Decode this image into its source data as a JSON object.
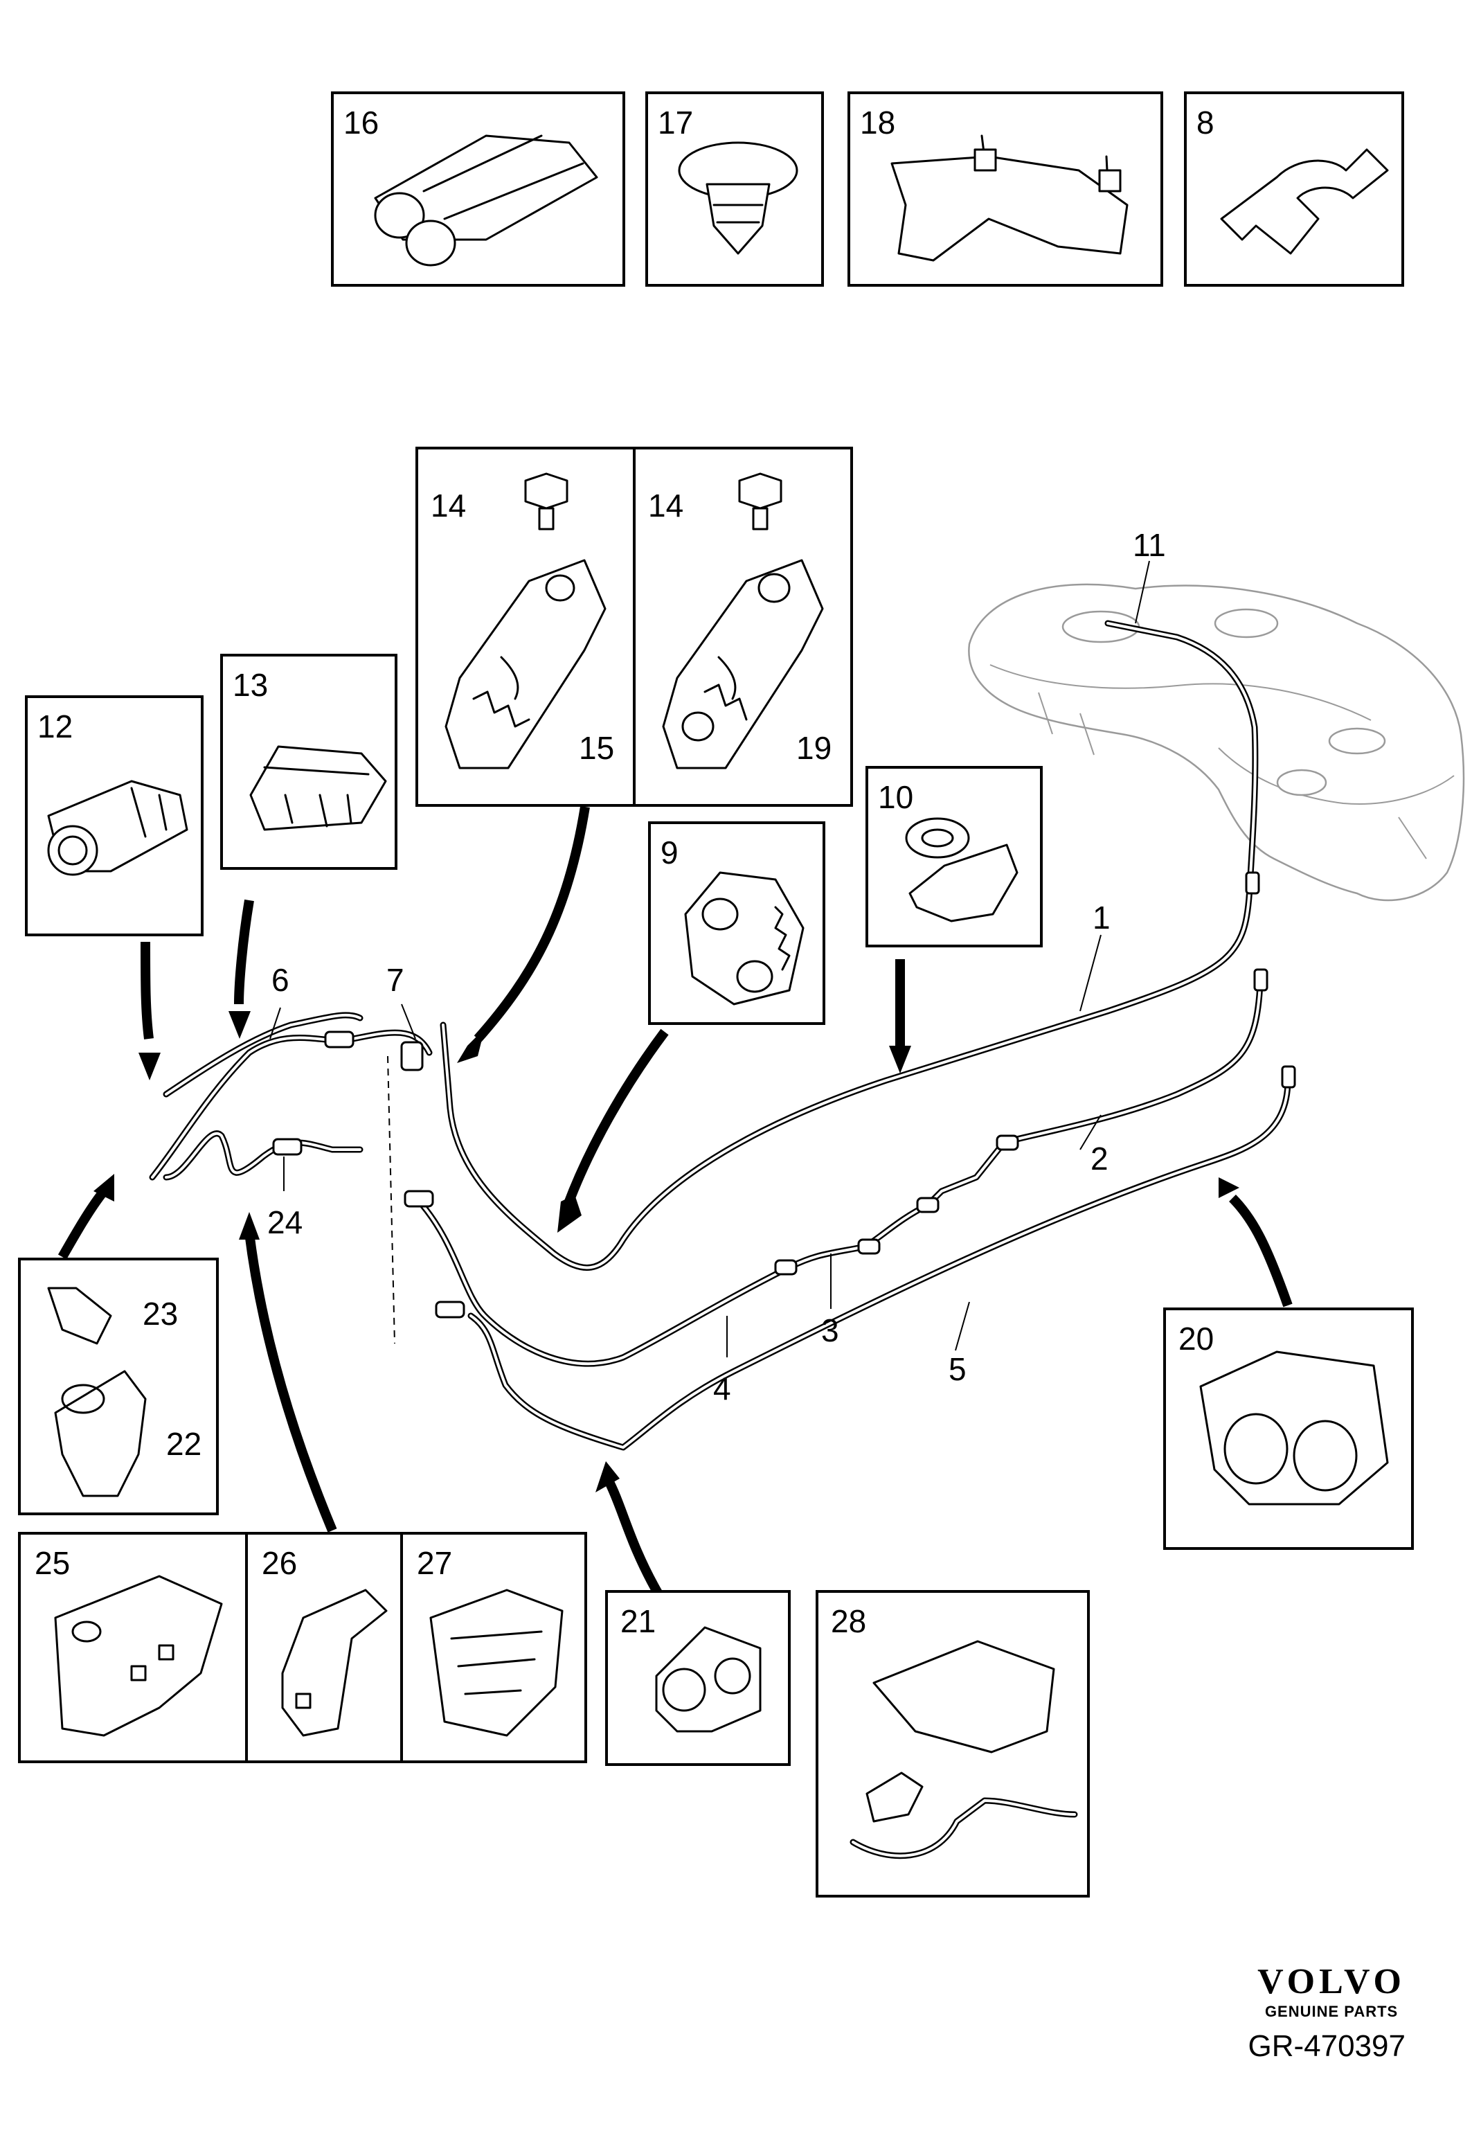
{
  "callouts": {
    "c1": "1",
    "c2": "2",
    "c3": "3",
    "c4": "4",
    "c5": "5",
    "c6": "6",
    "c7": "7",
    "c8": "8",
    "c9": "9",
    "c10": "10",
    "c11": "11",
    "c12": "12",
    "c13": "13",
    "c14a": "14",
    "c14b": "14",
    "c15": "15",
    "c16": "16",
    "c17": "17",
    "c18": "18",
    "c19": "19",
    "c20": "20",
    "c21": "21",
    "c22": "22",
    "c23": "23",
    "c24": "24",
    "c25": "25",
    "c26": "26",
    "c27": "27",
    "c28": "28"
  },
  "brand": {
    "name": "VOLVO",
    "tagline": "GENUINE PARTS"
  },
  "reference": "GR-470397"
}
